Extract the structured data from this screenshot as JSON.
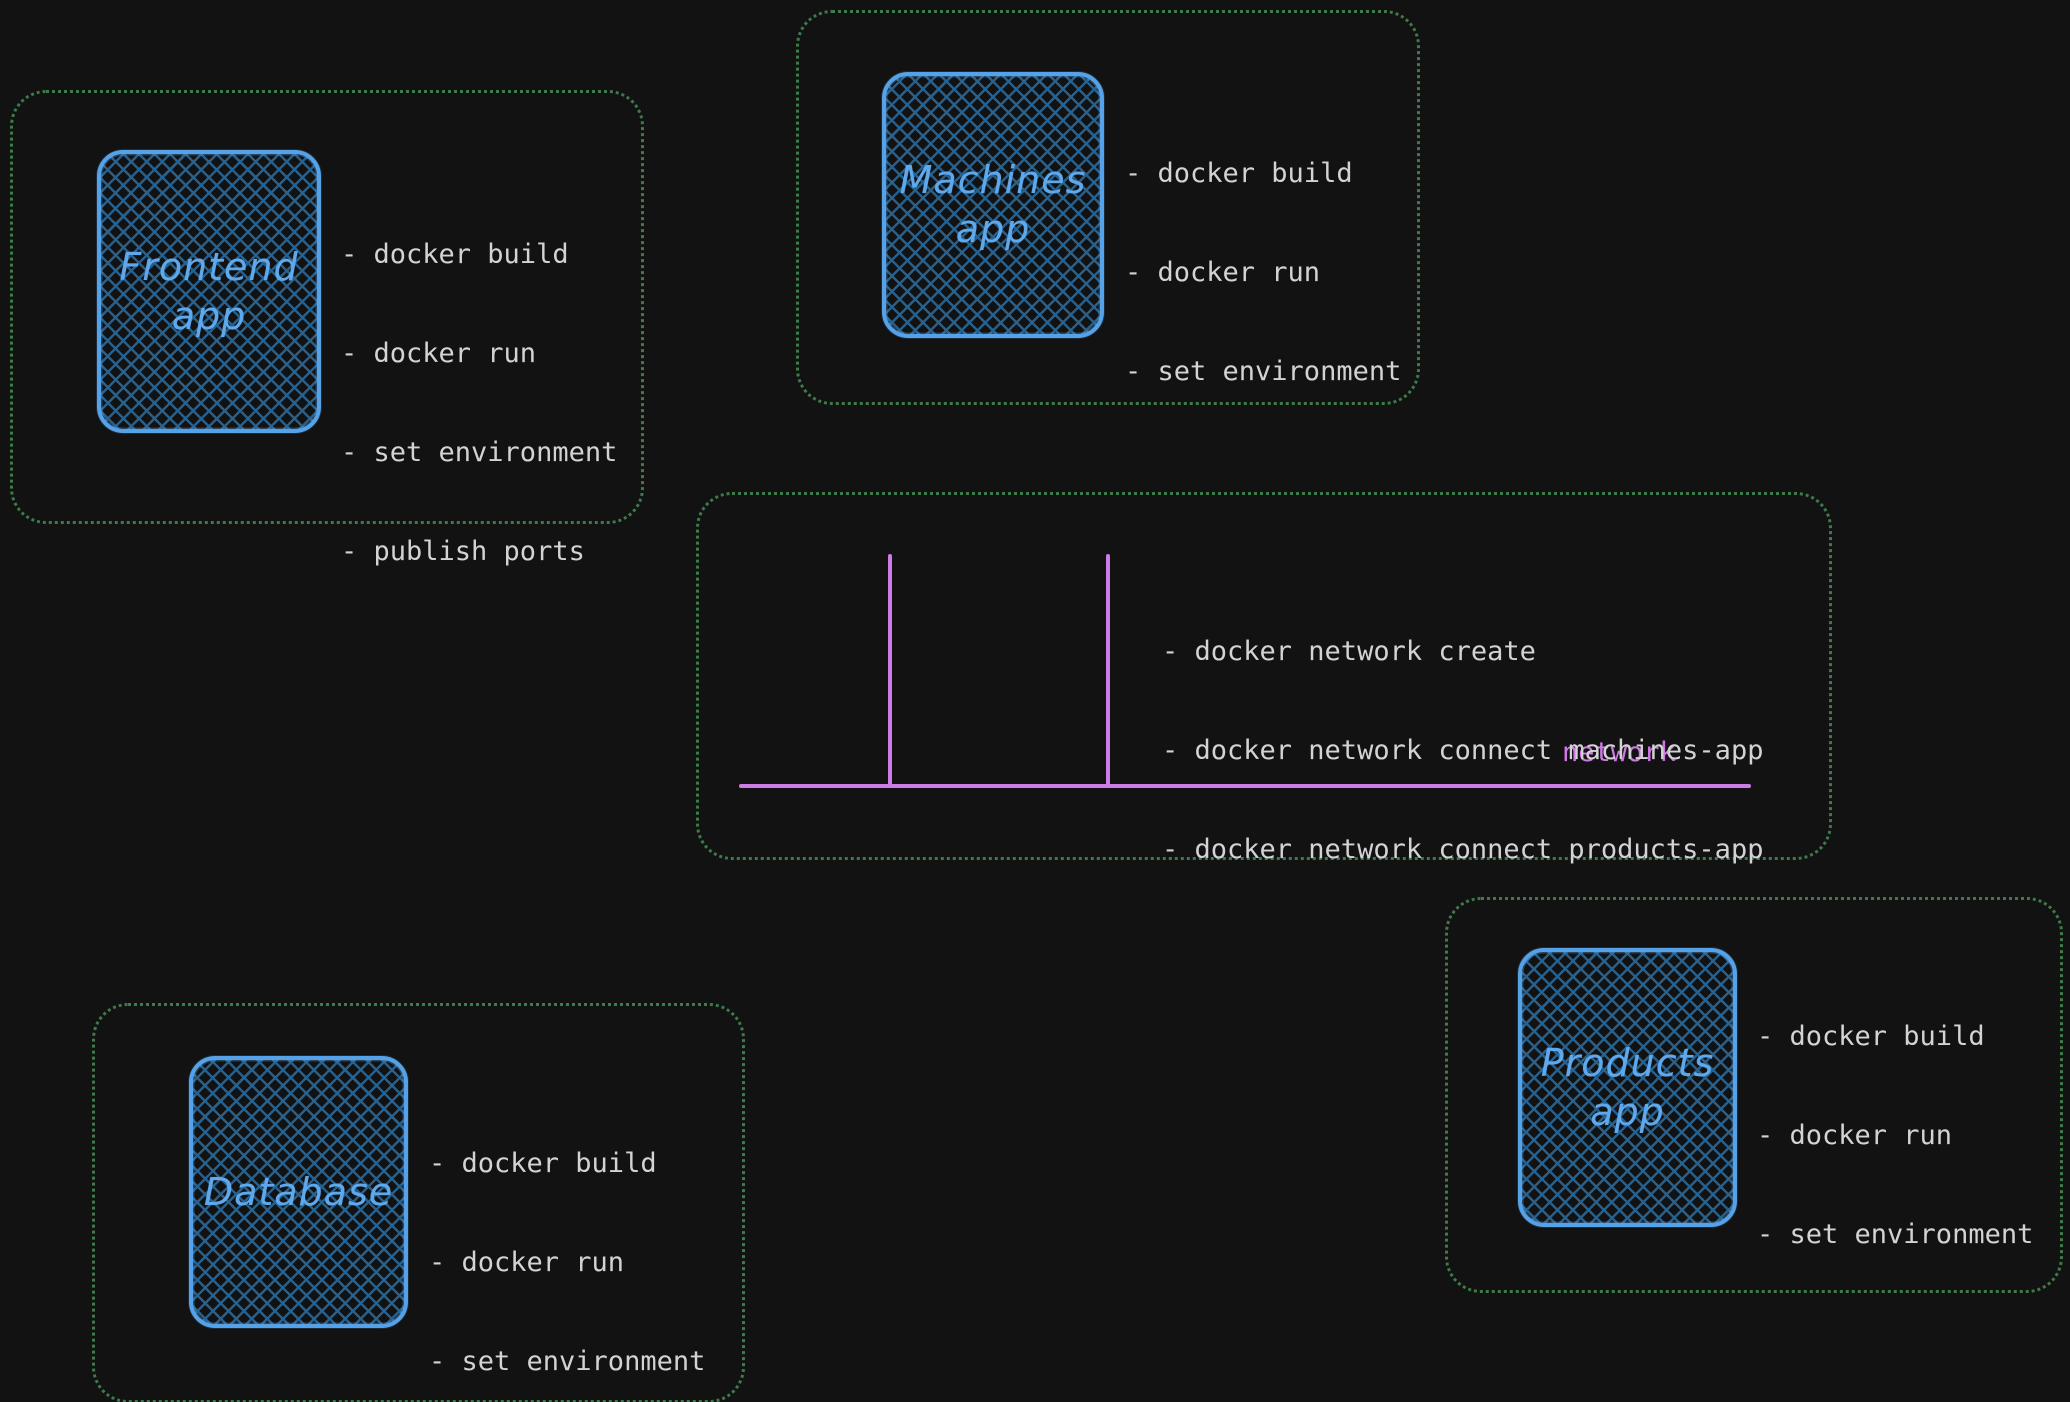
{
  "colors": {
    "background": "#121212",
    "container_border": "#3e7b4a",
    "node_border": "#56a2e8",
    "node_fill_hatch": "#286390",
    "node_label_text": "#5ea9ee",
    "command_text": "#d2d3d4",
    "network_accent": "#d176e6"
  },
  "frontend": {
    "label": [
      "Frontend",
      "app"
    ],
    "commands": [
      "- docker build",
      "- docker run",
      "- set environment",
      "- publish ports"
    ]
  },
  "machines": {
    "label": [
      "Machines",
      "app"
    ],
    "commands": [
      "- docker build",
      "- docker run",
      "- set environment"
    ]
  },
  "network": {
    "label": "network",
    "commands": [
      "- docker network create",
      "- docker network connect machines-app",
      "- docker network connect products-app"
    ]
  },
  "products": {
    "label": [
      "Products",
      "app"
    ],
    "commands": [
      "- docker build",
      "- docker run",
      "- set environment"
    ]
  },
  "database": {
    "label": [
      "Database"
    ],
    "commands": [
      "- docker build",
      "- docker run",
      "- set environment"
    ]
  }
}
